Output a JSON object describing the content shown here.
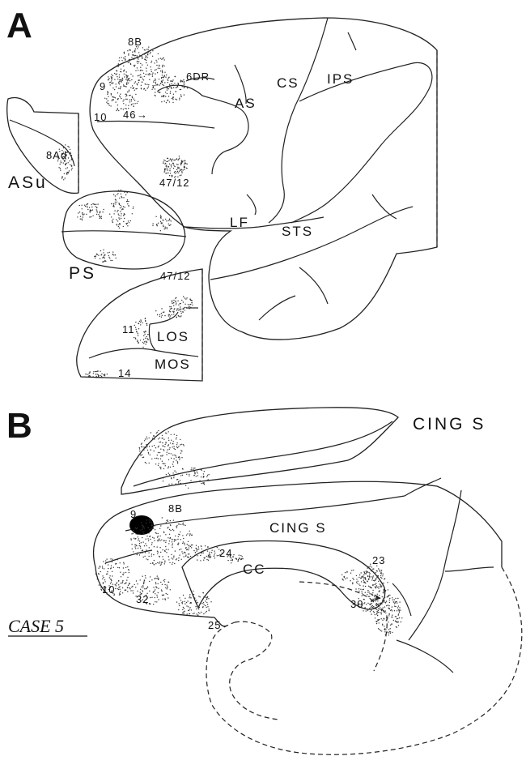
{
  "panels": {
    "a": {
      "letter": "A",
      "labels": {
        "8B": "8B",
        "6DR": "6DR",
        "9": "9",
        "46": "46",
        "10": "10",
        "AS": "AS",
        "CS": "CS",
        "IPS": "IPS",
        "8Ad": "8Ad",
        "ASu": "ASu",
        "47_12": "47/12",
        "LF": "LF",
        "STS": "STS",
        "PS": "PS",
        "47_12_orb": "47/12",
        "11": "11",
        "LOS": "LOS",
        "MOS": "MOS",
        "14": "14"
      }
    },
    "b": {
      "letter": "B",
      "labels": {
        "CINGS_top": "CING S",
        "9": "9",
        "8B": "8B",
        "CINGS": "CING S",
        "24": "24",
        "CC": "CC",
        "23": "23",
        "10": "10",
        "32": "32",
        "30": "30",
        "25": "25"
      }
    }
  },
  "case_label": "CASE 5"
}
